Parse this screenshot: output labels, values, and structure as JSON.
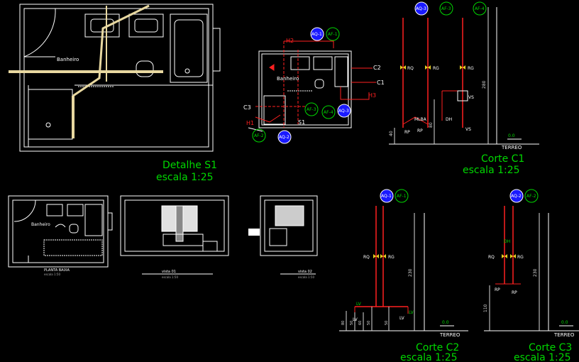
{
  "colors": {
    "background": "#000000",
    "wall": "#ffffff",
    "hot_pipe": "#ff2020",
    "cold_pipe": "#00d800",
    "hot_tag": "#1a1aff",
    "dimension": "#d9d9d9",
    "title": "#00d800",
    "conduit": "#e8d8a0"
  },
  "details": {
    "s1": {
      "title": "Detalhe S1",
      "scale": "escala 1:25"
    },
    "c1": {
      "title": "Corte C1",
      "scale": "escala 1:25"
    },
    "c2": {
      "title": "Corte C2",
      "scale": "escala 1:25"
    },
    "c3": {
      "title": "Corte C3",
      "scale": "escala 1:25"
    }
  },
  "plan_main": {
    "room_label": "Banheiro"
  },
  "plan_small": {
    "room_label": "Banheiro"
  },
  "plan_mini": {
    "room_label": "Banheiro",
    "caption": "PLANTA BAIXA",
    "sub": "escala 1:50"
  },
  "elev_caption_1": {
    "label": "vista 01",
    "sub": "escala 1:50"
  },
  "elev_caption_2": {
    "label": "vista 02",
    "sub": "escala 1:50"
  },
  "tags": {
    "aq1": "AQ-1",
    "af1": "AF-1",
    "aq2": "AQ-2",
    "af2": "AF-2",
    "aq3": "AQ-3",
    "af3": "AF-3",
    "af4": "AF-4"
  },
  "markers": {
    "h1": "H1",
    "h2": "H2",
    "h3": "H3",
    "c1": "C1",
    "c2": "C2",
    "c3": "C3",
    "s1": "S1"
  },
  "valves": {
    "rq": "RQ",
    "rg": "RG"
  },
  "fixtures": {
    "mlba": "MLBA",
    "rp": "RP",
    "dh": "DH",
    "vs": "VS",
    "lv": "LV"
  },
  "levels": {
    "zero": "0.0",
    "ground": "TERREO"
  },
  "dimensions": {
    "c1_total": "280",
    "c1_low": "40",
    "c1_mid": "80",
    "c2_total": "230",
    "c2_a": "80",
    "c2_b": "50",
    "c2_c": "60",
    "c2_d": "50",
    "c2_e": "50",
    "c3_total": "230",
    "c3_low": "110"
  }
}
